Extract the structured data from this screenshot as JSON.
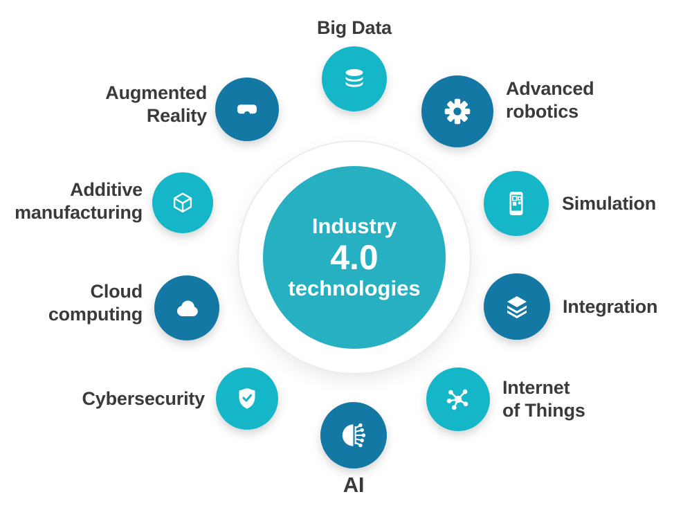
{
  "title": "Industry 4.0 technologies",
  "center": {
    "line1": "Industry",
    "line2": "4.0",
    "line3": "technologies"
  },
  "colors": {
    "cyan_circle": "#16b6c9",
    "blue_circle": "#1478a5",
    "center_circle": "#27b0c1",
    "label_text": "#3a3a3a",
    "ring_border": "#ececec",
    "icon": "#ffffff",
    "background": "#ffffff"
  },
  "nodes": [
    {
      "id": "big-data",
      "label": "Big Data",
      "lines": [
        "Big Data"
      ],
      "icon": "database-icon",
      "color": "cyan",
      "label_position": "top"
    },
    {
      "id": "advanced-robotics",
      "label": "Advanced robotics",
      "lines": [
        "Advanced",
        "robotics"
      ],
      "icon": "gear-icon",
      "color": "blue",
      "label_position": "right"
    },
    {
      "id": "simulation",
      "label": "Simulation",
      "lines": [
        "Simulation"
      ],
      "icon": "smartphone-icon",
      "color": "cyan",
      "label_position": "right"
    },
    {
      "id": "integration",
      "label": "Integration",
      "lines": [
        "Integration"
      ],
      "icon": "layers-icon",
      "color": "blue",
      "label_position": "right"
    },
    {
      "id": "internet-of-things",
      "label": "Internet of Things",
      "lines": [
        "Internet",
        "of Things"
      ],
      "icon": "network-icon",
      "color": "cyan",
      "label_position": "right"
    },
    {
      "id": "ai",
      "label": "AI",
      "lines": [
        "AI"
      ],
      "icon": "brain-circuit-icon",
      "color": "blue",
      "label_position": "bottom"
    },
    {
      "id": "cybersecurity",
      "label": "Cybersecurity",
      "lines": [
        "Cybersecurity"
      ],
      "icon": "shield-check-icon",
      "color": "cyan",
      "label_position": "left"
    },
    {
      "id": "cloud-computing",
      "label": "Cloud computing",
      "lines": [
        "Cloud",
        "computing"
      ],
      "icon": "cloud-icon",
      "color": "blue",
      "label_position": "left"
    },
    {
      "id": "additive-manufacturing",
      "label": "Additive manufacturing",
      "lines": [
        "Additive",
        "manufacturing"
      ],
      "icon": "cube-icon",
      "color": "cyan",
      "label_position": "left"
    },
    {
      "id": "augmented-reality",
      "label": "Augmented Reality",
      "lines": [
        "Augmented",
        "Reality"
      ],
      "icon": "vr-goggles-icon",
      "color": "blue",
      "label_position": "left"
    }
  ]
}
